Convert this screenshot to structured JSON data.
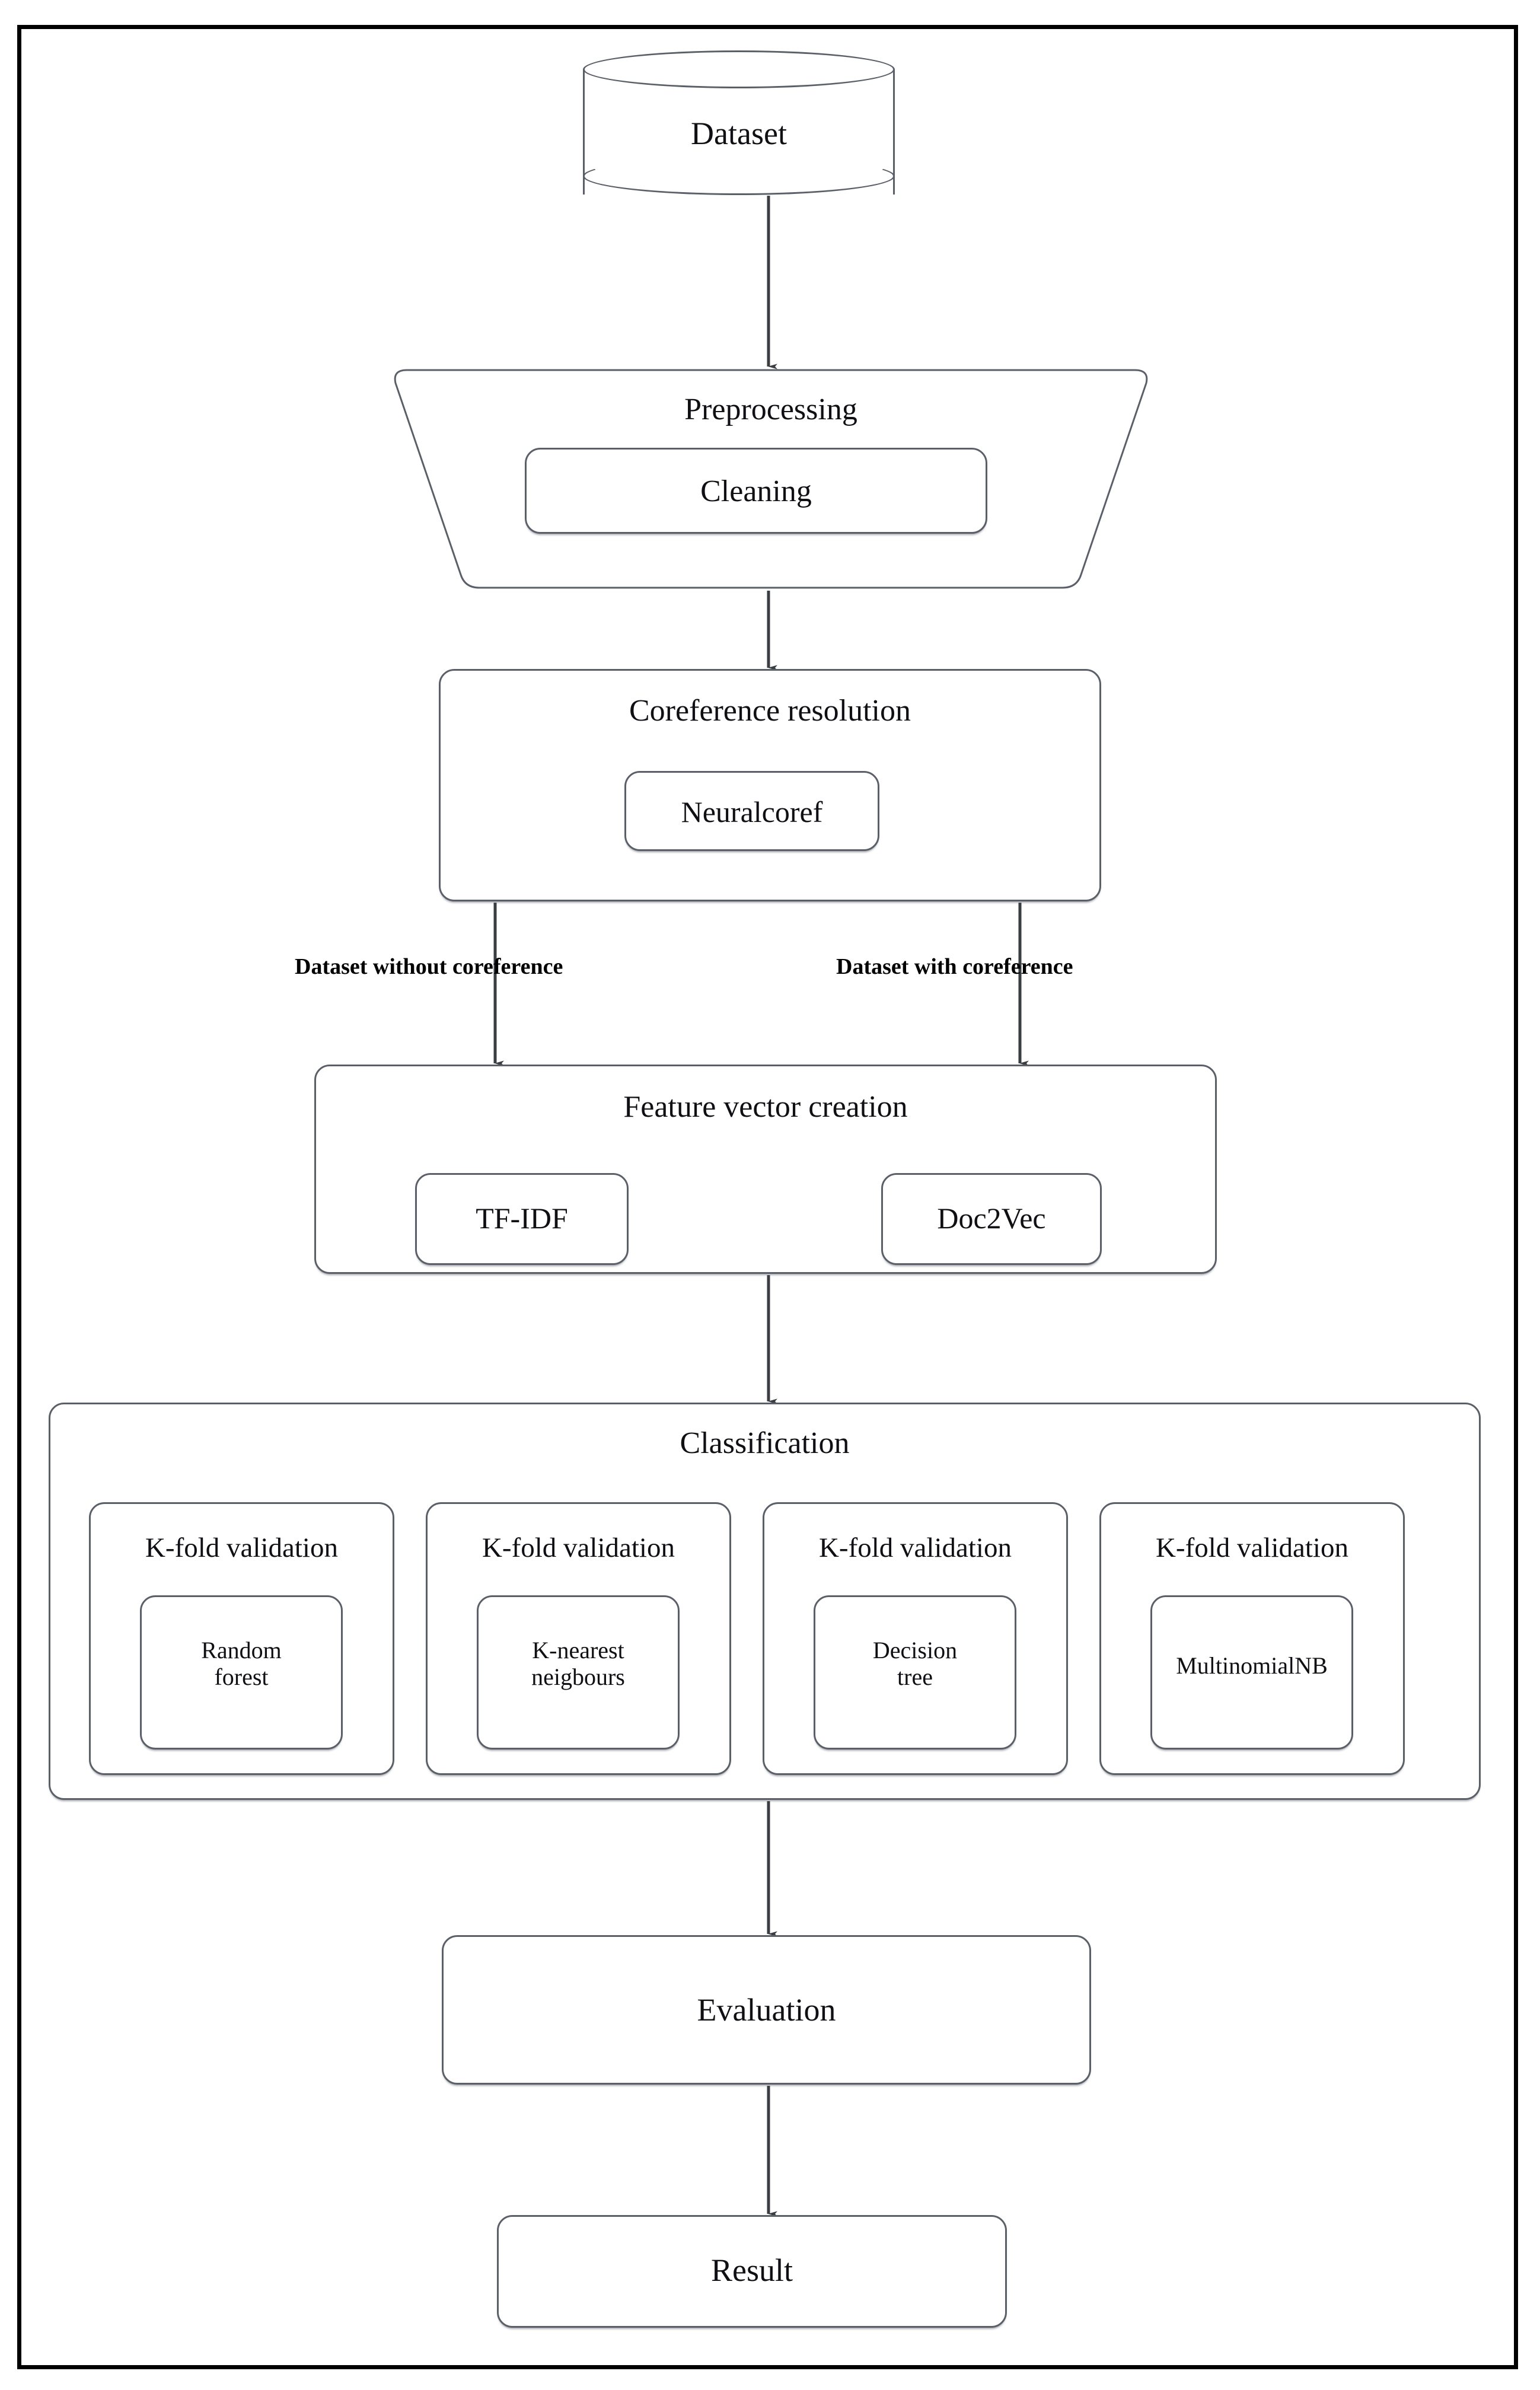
{
  "diagram": {
    "title_text": "Text classification pipeline flowchart",
    "nodes": {
      "dataset": {
        "label": "Dataset",
        "shape": "cylinder"
      },
      "preprocessing": {
        "title": "Preprocessing",
        "shape": "trapezoid",
        "inner": {
          "label": "Cleaning"
        }
      },
      "coreference": {
        "title": "Coreference resolution",
        "shape": "rounded-rect",
        "inner": {
          "label": "Neuralcoref"
        }
      },
      "feature_vector": {
        "title": "Feature vector creation",
        "shape": "rounded-rect",
        "inner": [
          {
            "label": "TF-IDF"
          },
          {
            "label": "Doc2Vec"
          }
        ]
      },
      "classification": {
        "title": "Classification",
        "shape": "rounded-rect",
        "branches": [
          {
            "title": "K-fold validation",
            "model": "Random\nforest",
            "model_lines": 2
          },
          {
            "title": "K-fold validation",
            "model": "K-nearest\nneigbours",
            "model_lines": 2
          },
          {
            "title": "K-fold validation",
            "model": "Decision\ntree",
            "model_lines": 2
          },
          {
            "title": "K-fold validation",
            "model": "MultinomialNB",
            "model_lines": 1
          }
        ]
      },
      "evaluation": {
        "label": "Evaluation",
        "shape": "rounded-rect"
      },
      "result": {
        "label": "Result",
        "shape": "rounded-rect"
      }
    },
    "edge_labels": {
      "without_coreference": "Dataset without coreference",
      "with_coreference": "Dataset with coreference"
    },
    "colors": {
      "frame_border": "#000000",
      "node_border": "#5b6068",
      "connector": "#3a3d42",
      "text": "#0f0f14",
      "background": "#ffffff"
    }
  }
}
